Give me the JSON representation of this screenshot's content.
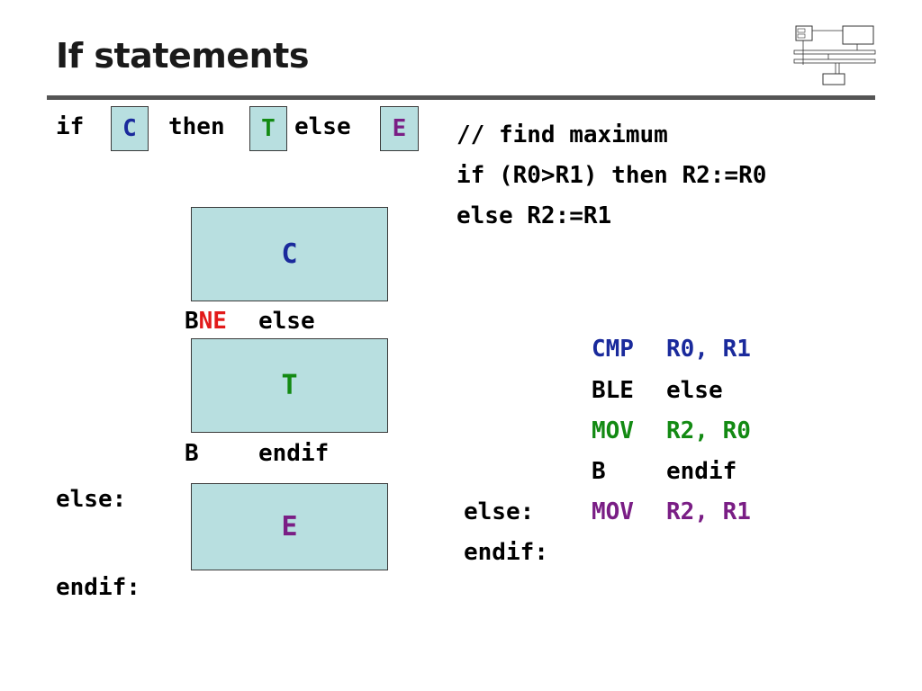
{
  "slide": {
    "title": "If statements"
  },
  "colors": {
    "blue": "#1a2a9c",
    "green": "#138a13",
    "purple": "#7a1e85",
    "red": "#e21a1a",
    "box_fill": "#b8dfe0"
  },
  "left": {
    "if_kw": "if",
    "c_box": "C",
    "then_kw": "then",
    "t_box": "T",
    "else_kw": "else",
    "e_box": "E",
    "c_block": "C",
    "bne_b": "B",
    "bne_ne": "NE",
    "bne_target": "else",
    "t_block": "T",
    "b_op": "B",
    "b_target": "endif",
    "else_label": "else:",
    "e_block": "E",
    "endif_label": "endif:"
  },
  "right": {
    "comment": "// find maximum",
    "line1": "if (R0>R1) then R2:=R0",
    "line2": "else R2:=R1",
    "asm": [
      {
        "label": "",
        "op": "CMP",
        "args": "R0, R1"
      },
      {
        "label": "",
        "op": "BLE",
        "args": "else"
      },
      {
        "label": "",
        "op": "MOV",
        "args": "R2, R0"
      },
      {
        "label": "",
        "op": "B",
        "args": "endif"
      },
      {
        "label": "else:",
        "op": "MOV",
        "args": "R2, R1"
      },
      {
        "label": "endif:",
        "op": "",
        "args": ""
      }
    ]
  }
}
